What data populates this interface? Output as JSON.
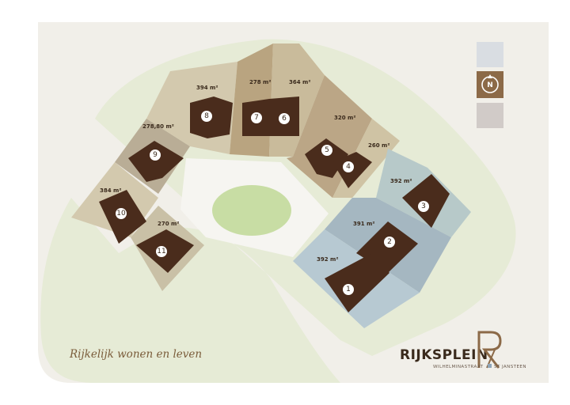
{
  "colors": {
    "paper": "#f1efe9",
    "grass": "#e6ebd6",
    "pond": "#c8dda4",
    "square": "#f6f5f1",
    "building": "#4a2c1c",
    "plot_olive": "#c9c7b0",
    "plot_taupe": "#b9ad96",
    "plot_tan": "#c3b08c",
    "plot_beige": "#d3c9ae",
    "plot_blue_light": "#b7c9c9",
    "plot_blue": "#a5b7c1",
    "accent": "#8c6a48"
  },
  "legend": {
    "swatches": [
      "#d9dde2",
      "#d1cbc8"
    ],
    "compass": {
      "icon": "north-arrow-icon",
      "label": "N"
    }
  },
  "plots": [
    {
      "id": "1",
      "area": "392 m²"
    },
    {
      "id": "2",
      "area": "391 m²"
    },
    {
      "id": "3",
      "area": "392 m²"
    },
    {
      "id": "4",
      "area": "260 m²"
    },
    {
      "id": "5",
      "area": "320 m²"
    },
    {
      "id": "6",
      "area": "364 m²"
    },
    {
      "id": "7",
      "area": "278 m²"
    },
    {
      "id": "8",
      "area": "394 m²"
    },
    {
      "id": "9",
      "area": "278,80 m²"
    },
    {
      "id": "10",
      "area": "384 m²"
    },
    {
      "id": "11",
      "area": "270 m²"
    }
  ],
  "tagline": "Rijkelijk wonen en leven",
  "brand": {
    "name": "RIJKSPLEIN",
    "street": "WILHELMINASTRAAT",
    "place": "ST JANSTEEN"
  }
}
